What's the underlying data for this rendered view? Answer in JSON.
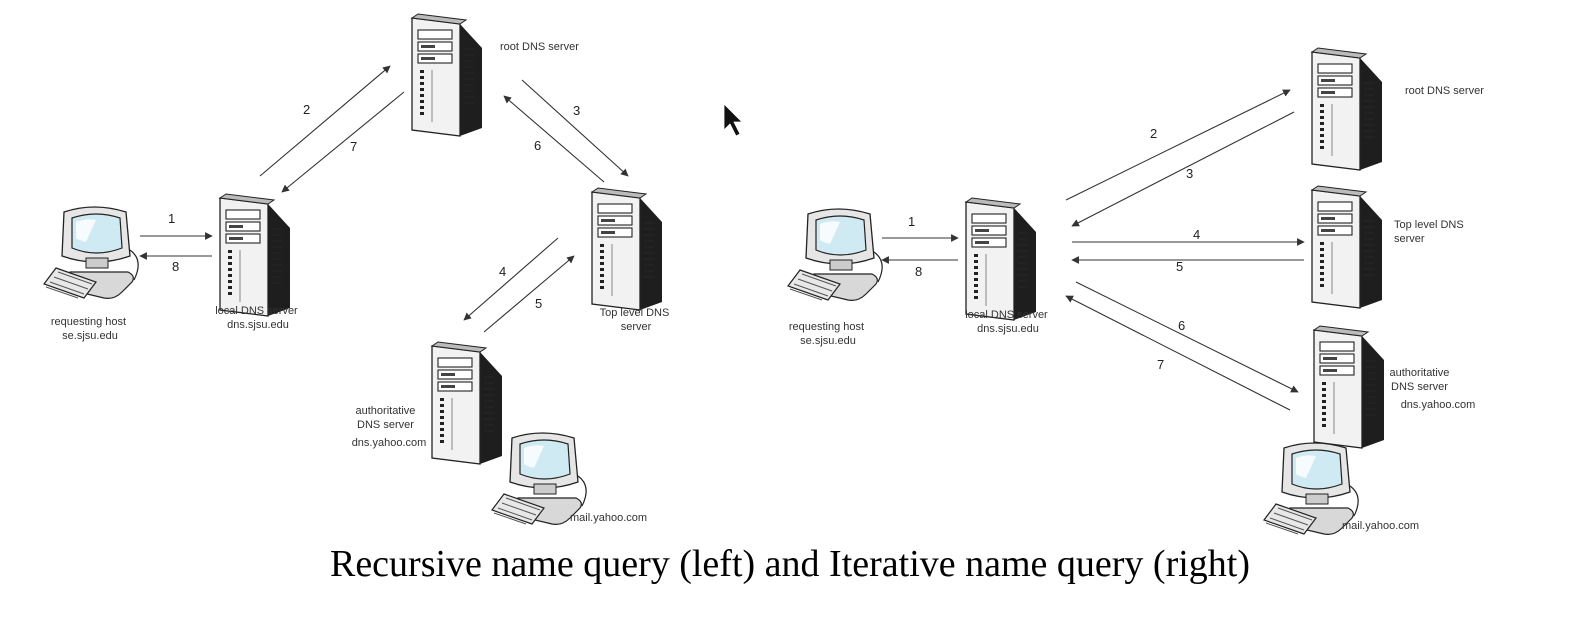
{
  "caption": "Recursive name query (left) and Iterative name query (right)",
  "recursive": {
    "nodes": {
      "requesting_host": [
        "requesting host",
        "se.sjsu.edu"
      ],
      "local_dns": [
        "local DNS server",
        "dns.sjsu.edu"
      ],
      "root_dns": [
        "root DNS server"
      ],
      "tld_dns": [
        "Top level DNS",
        "server"
      ],
      "auth_dns": [
        "authoritative",
        "DNS server",
        "dns.yahoo.com"
      ],
      "mail": [
        "mail.yahoo.com"
      ]
    },
    "steps": [
      "1",
      "2",
      "3",
      "4",
      "5",
      "6",
      "7",
      "8"
    ]
  },
  "iterative": {
    "nodes": {
      "requesting_host": [
        "requesting host",
        "se.sjsu.edu"
      ],
      "local_dns": [
        "local DNS server",
        "dns.sjsu.edu"
      ],
      "root_dns": [
        "root DNS server"
      ],
      "tld_dns": [
        "Top level DNS",
        "server"
      ],
      "auth_dns": [
        "authoritative",
        "DNS server",
        "dns.yahoo.com"
      ],
      "mail": [
        "mail.yahoo.com"
      ]
    },
    "steps": [
      "1",
      "2",
      "3",
      "4",
      "5",
      "6",
      "7",
      "8"
    ]
  },
  "colors": {
    "screen": "#cfeaf2",
    "arrow": "#333333",
    "server_side": "#1e1e1e"
  }
}
